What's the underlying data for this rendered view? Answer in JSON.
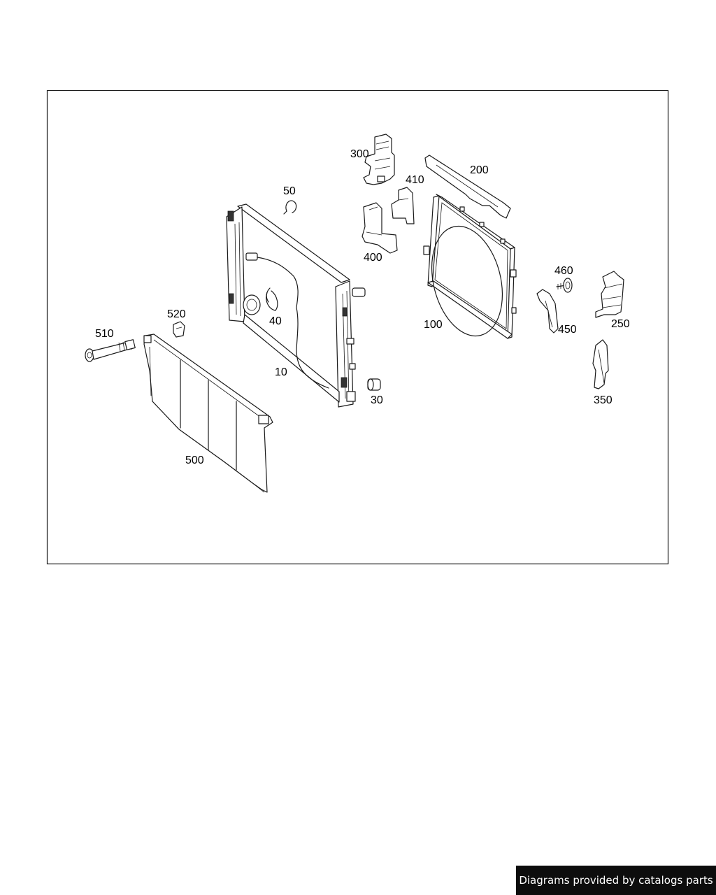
{
  "diagram": {
    "labels": {
      "p10": "10",
      "p30": "30",
      "p40": "40",
      "p50": "50",
      "p100": "100",
      "p200": "200",
      "p250": "250",
      "p300": "300",
      "p350": "350",
      "p400": "400",
      "p410": "410",
      "p450": "450",
      "p460": "460",
      "p500": "500",
      "p510": "510",
      "p520": "520"
    }
  },
  "footer": {
    "credit": "Diagrams provided by catalogs parts"
  }
}
